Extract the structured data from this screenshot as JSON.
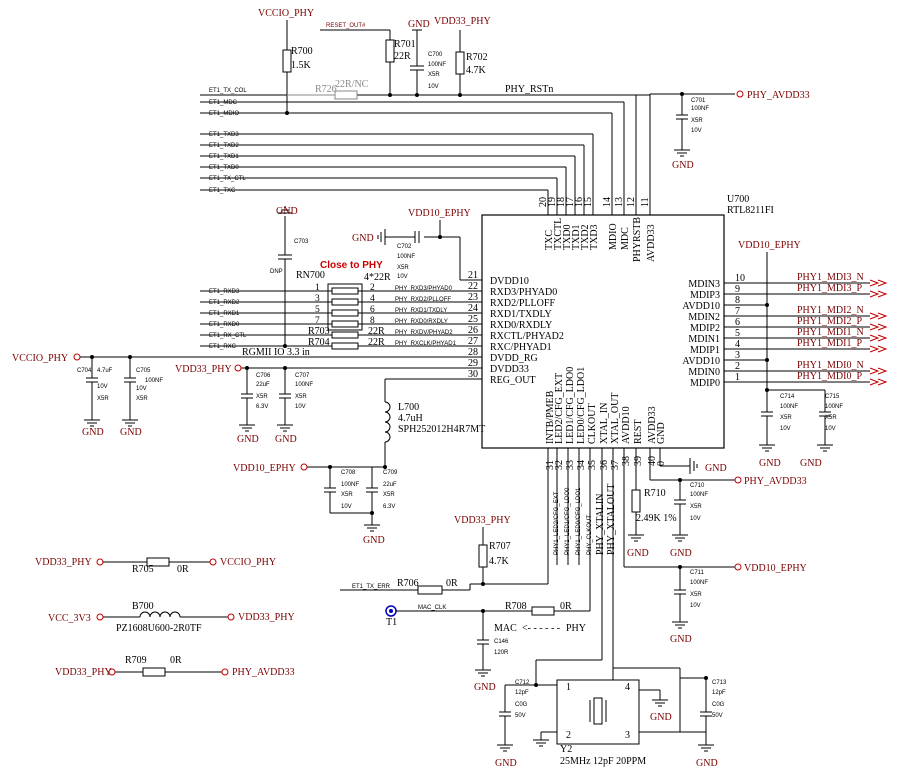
{
  "colors": {
    "net": "#7a0000",
    "wire": "#000000",
    "note": "#cc0000",
    "nc": "#888888"
  },
  "ic": {
    "ref": "U700",
    "part": "RTL8211FI",
    "left_pins": [
      {
        "num": "21",
        "name": "DVDD10"
      },
      {
        "num": "22",
        "name": "RXD3/PHYAD0"
      },
      {
        "num": "23",
        "name": "RXD2/PLLOFF"
      },
      {
        "num": "24",
        "name": "RXD1/TXDLY"
      },
      {
        "num": "25",
        "name": "RXD0/RXDLY"
      },
      {
        "num": "26",
        "name": "RXCTL/PHYAD2"
      },
      {
        "num": "27",
        "name": "RXC/PHYAD1"
      },
      {
        "num": "28",
        "name": "DVDD_RG"
      },
      {
        "num": "29",
        "name": "DVDD33"
      },
      {
        "num": "30",
        "name": "REG_OUT"
      }
    ],
    "right_pins": [
      {
        "num": "10",
        "name": "MDIN3"
      },
      {
        "num": "9",
        "name": "MDIP3"
      },
      {
        "num": "8",
        "name": "AVDD10"
      },
      {
        "num": "7",
        "name": "MDIN2"
      },
      {
        "num": "6",
        "name": "MDIP2"
      },
      {
        "num": "5",
        "name": "MDIN1"
      },
      {
        "num": "4",
        "name": "MDIP1"
      },
      {
        "num": "3",
        "name": "AVDD10"
      },
      {
        "num": "2",
        "name": "MDIN0"
      },
      {
        "num": "1",
        "name": "MDIP0"
      }
    ],
    "top_pins": [
      {
        "num": "20",
        "name": "TXC"
      },
      {
        "num": "19",
        "name": "TXCTL"
      },
      {
        "num": "18",
        "name": "TXD0"
      },
      {
        "num": "17",
        "name": "TXD1"
      },
      {
        "num": "16",
        "name": "TXD2"
      },
      {
        "num": "15",
        "name": "TXD3"
      },
      {
        "num": "14",
        "name": "MDIO"
      },
      {
        "num": "13",
        "name": "MDC"
      },
      {
        "num": "12",
        "name": "PHYRSTB"
      },
      {
        "num": "11",
        "name": "AVDD33"
      }
    ],
    "bottom_pins": [
      {
        "num": "31",
        "name": "INTB/PMEB"
      },
      {
        "num": "32",
        "name": "LED2/CFG_EXT"
      },
      {
        "num": "33",
        "name": "LED1/CFG_LDO0"
      },
      {
        "num": "34",
        "name": "LED0/CFG_LDO1"
      },
      {
        "num": "35",
        "name": "CLKOUT"
      },
      {
        "num": "36",
        "name": "XTAL_IN"
      },
      {
        "num": "37",
        "name": "XTAL_OUT"
      },
      {
        "num": "38",
        "name": "AVDD10"
      },
      {
        "num": "39",
        "name": "REST"
      },
      {
        "num": "40",
        "name": "AVDD33"
      },
      {
        "num": "0",
        "name": "GND"
      }
    ]
  },
  "power_labels": {
    "vccio_phy": "VCCIO_PHY",
    "vdd33_phy": "VDD33_PHY",
    "vdd10_ephy": "VDD10_EPHY",
    "phy_avdd33": "PHY_AVDD33",
    "vcc_3v3": "VCC_3V3",
    "gnd": "GND",
    "phy_rstn": "PHY_RSTn",
    "reset_out": "RESET_OUT#",
    "mac_clk": "MAC_CLK"
  },
  "tx_nets": [
    "ET1_TX_COL",
    "ET1_MDC",
    "ET1_MDIO",
    "ET1_TXD3",
    "ET1_TXD2",
    "ET1_TXD1",
    "ET1_TXD0",
    "ET1_TX_CTL",
    "ET1_TXC"
  ],
  "rx_nets": [
    "ET1_RXD3",
    "ET1_RXD2",
    "ET1_RXD1",
    "ET1_RXD0",
    "ET1_RX_CTL",
    "ET1_RXC"
  ],
  "rx_phy_nets": [
    "PHY_RXD3/PHYAD0",
    "PHY_RXD2/PLLOFF",
    "PHY_RXD1/TXDLY",
    "PHY_RXD0/RXDLY",
    "PHY_RXDV/PHYAD2",
    "PHY_RXCLK/PHYAD1"
  ],
  "rn_pins_left": [
    "1",
    "3",
    "5",
    "7"
  ],
  "rn_pins_right": [
    "2",
    "4",
    "6",
    "8"
  ],
  "mdi_nets": [
    "PHY1_MDI3_N",
    "PHY1_MDI3_P",
    "PHY1_MDI2_N",
    "PHY1_MDI2_P",
    "PHY1_MDI1_N",
    "PHY1_MDI1_P",
    "PHY1_MDI0_N",
    "PHY1_MDI0_P"
  ],
  "bottom_nets": [
    "PHY1_LED2/CFG_EXT",
    "PHY1_LED1/CFG_LDO0",
    "PHY1_LED0/CFG_LDO1",
    "PHY_CLKOUT",
    "PHY_XTALIN",
    "PHY_XTALOUT"
  ],
  "labels": {
    "close_to_phy": "Close to PHY",
    "rgmii": "RGMII IO 3.3 in",
    "mac": "MAC",
    "phy": "PHY",
    "arrow": "<- - - - - -",
    "t1": "T1",
    "et1_tx_err": "ET1_TX_ERR"
  },
  "components": {
    "R700": {
      "ref": "R700",
      "val": "1.5K"
    },
    "R701": {
      "ref": "R701",
      "val": "22R"
    },
    "R702": {
      "ref": "R702",
      "val": "4.7K"
    },
    "R726": {
      "ref": "R726",
      "val": "22R/NC"
    },
    "C700": {
      "ref": "C700",
      "v1": "100NF",
      "v2": "X5R",
      "v3": "10V"
    },
    "C701": {
      "ref": "C701",
      "v1": "100NF",
      "v2": "X5R",
      "v3": "10V"
    },
    "C702": {
      "ref": "C702",
      "v1": "100NF",
      "v2": "X5R",
      "v3": "10V"
    },
    "C703": {
      "ref": "C703",
      "v1": "DNP"
    },
    "RN700": {
      "ref": "RN700",
      "val": "4*22R"
    },
    "R703": {
      "ref": "R703",
      "val": "22R"
    },
    "R704": {
      "ref": "R704",
      "val": "22R"
    },
    "C704": {
      "ref": "C704",
      "v1": "4.7uF",
      "v2": "10V",
      "v3": "X5R"
    },
    "C705": {
      "ref": "C705",
      "v1": "100NF",
      "v2": "10V",
      "v3": "X5R"
    },
    "C706": {
      "ref": "C706",
      "v1": "22uF",
      "v2": "X5R",
      "v3": "6.3V"
    },
    "C707": {
      "ref": "C707",
      "v1": "100NF",
      "v2": "X5R",
      "v3": "10V"
    },
    "L700": {
      "ref": "L700",
      "val": "4.7uH",
      "part": "SPH252012H4R7MT"
    },
    "C708": {
      "ref": "C708",
      "v1": "100NF",
      "v2": "X5R",
      "v3": "10V"
    },
    "C709": {
      "ref": "C709",
      "v1": "22uF",
      "v2": "X5R",
      "v3": "6.3V"
    },
    "R707": {
      "ref": "R707",
      "val": "4.7K"
    },
    "R706": {
      "ref": "R706",
      "val": "0R"
    },
    "R705": {
      "ref": "R705",
      "val": "0R"
    },
    "B700": {
      "ref": "B700",
      "val": "PZ1608U600-2R0TF"
    },
    "R709": {
      "ref": "R709",
      "val": "0R"
    },
    "R708": {
      "ref": "R708",
      "val": "0R"
    },
    "C146": {
      "ref": "C146",
      "v1": "120R"
    },
    "R710": {
      "ref": "R710",
      "val": "2.49K 1%"
    },
    "C710": {
      "ref": "C710",
      "v1": "100NF",
      "v2": "X5R",
      "v3": "10V"
    },
    "C711": {
      "ref": "C711",
      "v1": "100NF",
      "v2": "X5R",
      "v3": "10V"
    },
    "C712": {
      "ref": "C712",
      "v1": "12pF",
      "v2": "C0G",
      "v3": "50V"
    },
    "C713": {
      "ref": "C713",
      "v1": "12pF",
      "v2": "C0G",
      "v3": "50V"
    },
    "C714": {
      "ref": "C714",
      "v1": "100NF",
      "v2": "X5R",
      "v3": "10V"
    },
    "C715": {
      "ref": "C715",
      "v1": "100NF",
      "v2": "X5R",
      "v3": "10V"
    },
    "Y2": {
      "ref": "Y2",
      "val": "25MHz 12pF 20PPM",
      "p1": "1",
      "p2": "2",
      "p3": "3",
      "p4": "4"
    }
  }
}
